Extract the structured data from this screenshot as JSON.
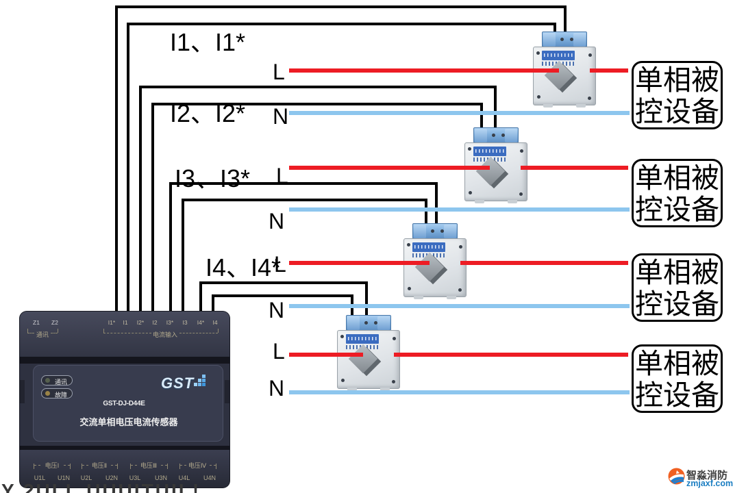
{
  "diagram": {
    "pair_labels": [
      "I1、I1*",
      "I2、I2*",
      "I3、I3*",
      "I4、I4*"
    ],
    "live_label": "L",
    "neutral_label": "N",
    "load_box": {
      "line1": "单相被",
      "line2": "控设备"
    },
    "colors": {
      "wire": "#000000",
      "live": "#ed1c24",
      "neutral": "#8dc6ee"
    }
  },
  "device": {
    "comm_terminals": [
      "Z1",
      "Z2"
    ],
    "comm_label": "通讯",
    "current_terminals": [
      "I1*",
      "I1",
      "I2*",
      "I2",
      "I3*",
      "I3",
      "I4*",
      "I4"
    ],
    "current_input_label": "电流输入",
    "led_comm": "通讯",
    "led_fault": "故障",
    "brand": "GST",
    "model": "GST-DJ-D44E",
    "product_name": "交流单相电压电流传感器",
    "voltage_groups": [
      {
        "label": "电压Ⅰ",
        "left": "U1L",
        "right": "U1N"
      },
      {
        "label": "电压Ⅱ",
        "left": "U2L",
        "right": "U2N"
      },
      {
        "label": "电压Ⅲ",
        "left": "U3L",
        "right": "U3N"
      },
      {
        "label": "电压Ⅳ",
        "left": "U4L",
        "right": "U4N"
      }
    ]
  },
  "watermark": {
    "brand": "智淼消防",
    "site": "zmjaxf.com"
  },
  "footer_partial": "Y 2ULL UUUITUIL!"
}
